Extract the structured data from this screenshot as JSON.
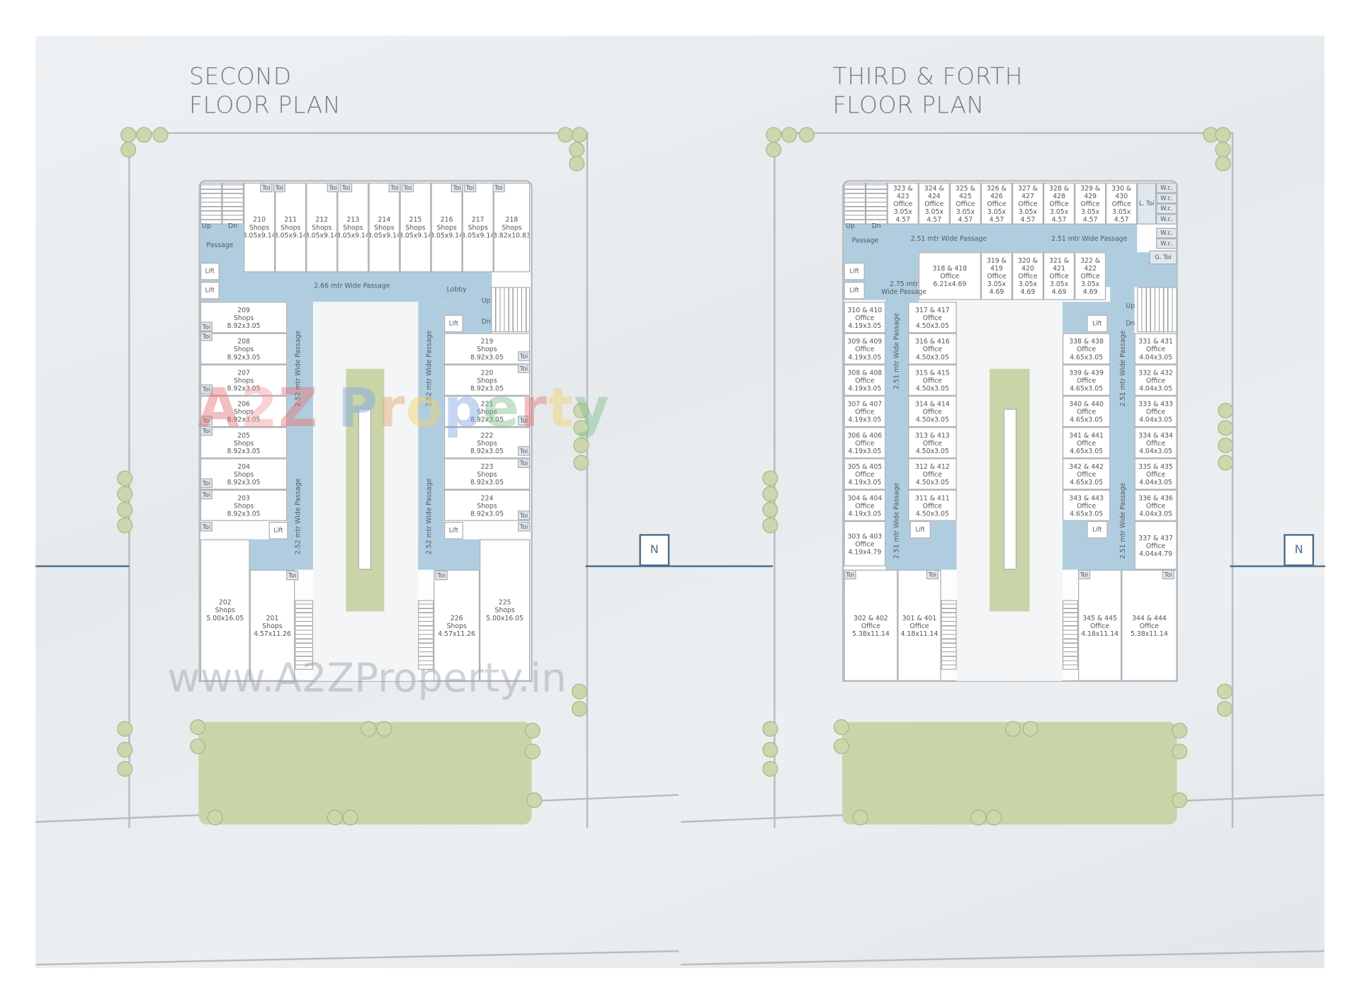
{
  "titles": {
    "left": "SECOND\nFLOOR PLAN",
    "right": "THIRD & FORTH\nFLOOR PLAN"
  },
  "north_label": "N",
  "utilities": {
    "lift": "Lift",
    "toilet": "Toi",
    "wc": "W.c.",
    "ladies_toilet": "L. Toi",
    "gents_toilet": "G. Toi",
    "up": "Up",
    "down": "Dn"
  },
  "second_floor": {
    "passage_labels": [
      "Passage",
      "2.66 mtr Wide Passage",
      "Lobby",
      "2.52 mtr Wide Passage",
      "2.52 mtr Wide Passage",
      "2.52 mtr Wide Passage",
      "2.52 mtr Wide Passage"
    ],
    "rooms": [
      {
        "no": "210",
        "use": "Shops",
        "size": "3.05x9.14"
      },
      {
        "no": "211",
        "use": "Shops",
        "size": "3.05x9.14"
      },
      {
        "no": "212",
        "use": "Shops",
        "size": "3.05x9.14"
      },
      {
        "no": "213",
        "use": "Shops",
        "size": "3.05x9.14"
      },
      {
        "no": "214",
        "use": "Shops",
        "size": "3.05x9.14"
      },
      {
        "no": "215",
        "use": "Shops",
        "size": "3.05x9.14"
      },
      {
        "no": "216",
        "use": "Shops",
        "size": "3.05x9.14"
      },
      {
        "no": "217",
        "use": "Shops",
        "size": "3.05x9.14"
      },
      {
        "no": "218",
        "use": "Shops",
        "size": "3.82x10.83"
      },
      {
        "no": "209",
        "use": "Shops",
        "size": "8.92x3.05"
      },
      {
        "no": "208",
        "use": "Shops",
        "size": "8.92x3.05"
      },
      {
        "no": "207",
        "use": "Shops",
        "size": "8.92x3.05"
      },
      {
        "no": "206",
        "use": "Shops",
        "size": "8.92x3.05"
      },
      {
        "no": "205",
        "use": "Shops",
        "size": "8.92x3.05"
      },
      {
        "no": "204",
        "use": "Shops",
        "size": "8.92x3.05"
      },
      {
        "no": "203",
        "use": "Shops",
        "size": "8.92x3.05"
      },
      {
        "no": "219",
        "use": "Shops",
        "size": "8.92x3.05"
      },
      {
        "no": "220",
        "use": "Shops",
        "size": "8.92x3.05"
      },
      {
        "no": "221",
        "use": "Shops",
        "size": "8.92x3.05"
      },
      {
        "no": "222",
        "use": "Shops",
        "size": "8.92x3.05"
      },
      {
        "no": "223",
        "use": "Shops",
        "size": "8.92x3.05"
      },
      {
        "no": "224",
        "use": "Shops",
        "size": "8.92x3.05"
      },
      {
        "no": "202",
        "use": "Shops",
        "size": "5.00x16.05"
      },
      {
        "no": "201",
        "use": "Shops",
        "size": "4.57x11.26"
      },
      {
        "no": "226",
        "use": "Shops",
        "size": "4.57x11.26"
      },
      {
        "no": "225",
        "use": "Shops",
        "size": "5.00x16.05"
      }
    ]
  },
  "third_fourth_floor": {
    "passage_labels": [
      "Passage",
      "2.51 mtr Wide Passage",
      "2.51 mtr Wide Passage",
      "2.75 mtr\nWide Passage",
      "2.51 mtr Wide Passage",
      "2.51 mtr Wide Passage",
      "2.51 mtr Wide Passage",
      "2.51 mtr Wide Passage"
    ],
    "rooms": [
      {
        "no": "323 & 423",
        "use": "Office",
        "size": "3.05x 4.57"
      },
      {
        "no": "324 & 424",
        "use": "Office",
        "size": "3.05x 4.57"
      },
      {
        "no": "325 & 425",
        "use": "Office",
        "size": "3.05x 4.57"
      },
      {
        "no": "326 & 426",
        "use": "Office",
        "size": "3.05x 4.57"
      },
      {
        "no": "327 & 427",
        "use": "Office",
        "size": "3.05x 4.57"
      },
      {
        "no": "328 & 428",
        "use": "Office",
        "size": "3.05x 4.57"
      },
      {
        "no": "329 & 429",
        "use": "Office",
        "size": "3.05x 4.57"
      },
      {
        "no": "330 & 430",
        "use": "Office",
        "size": "3.05x 4.57"
      },
      {
        "no": "318 & 418",
        "use": "Office",
        "size": "6.21x4.69"
      },
      {
        "no": "319 & 419",
        "use": "Office",
        "size": "3.05x 4.69"
      },
      {
        "no": "320 & 420",
        "use": "Office",
        "size": "3.05x 4.69"
      },
      {
        "no": "321 & 421",
        "use": "Office",
        "size": "3.05x 4.69"
      },
      {
        "no": "322 & 422",
        "use": "Office",
        "size": "3.05x 4.69"
      },
      {
        "no": "310 & 410",
        "use": "Office",
        "size": "4.19x3.05"
      },
      {
        "no": "309 & 409",
        "use": "Office",
        "size": "4.19x3.05"
      },
      {
        "no": "308 & 408",
        "use": "Office",
        "size": "4.19x3.05"
      },
      {
        "no": "307 & 407",
        "use": "Office",
        "size": "4.19x3.05"
      },
      {
        "no": "306 & 406",
        "use": "Office",
        "size": "4.19x3.05"
      },
      {
        "no": "305 & 405",
        "use": "Office",
        "size": "4.19x3.05"
      },
      {
        "no": "304 & 404",
        "use": "Office",
        "size": "4.19x3.05"
      },
      {
        "no": "303 & 403",
        "use": "Office",
        "size": "4.19x4.79"
      },
      {
        "no": "317 & 417",
        "use": "Office",
        "size": "4.50x3.05"
      },
      {
        "no": "316 & 416",
        "use": "Office",
        "size": "4.50x3.05"
      },
      {
        "no": "315 & 415",
        "use": "Office",
        "size": "4.50x3.05"
      },
      {
        "no": "314 & 414",
        "use": "Office",
        "size": "4.50x3.05"
      },
      {
        "no": "313 & 413",
        "use": "Office",
        "size": "4.50x3.05"
      },
      {
        "no": "312 & 412",
        "use": "Office",
        "size": "4.50x3.05"
      },
      {
        "no": "311 & 411",
        "use": "Office",
        "size": "4.50x3.05"
      },
      {
        "no": "338 & 438",
        "use": "Office",
        "size": "4.65x3.05"
      },
      {
        "no": "339 & 439",
        "use": "Office",
        "size": "4.65x3.05"
      },
      {
        "no": "340 & 440",
        "use": "Office",
        "size": "4.65x3.05"
      },
      {
        "no": "341 & 441",
        "use": "Office",
        "size": "4.65x3.05"
      },
      {
        "no": "342 & 442",
        "use": "Office",
        "size": "4.65x3.05"
      },
      {
        "no": "343 & 443",
        "use": "Office",
        "size": "4.65x3.05"
      },
      {
        "no": "331 & 431",
        "use": "Office",
        "size": "4.04x3.05"
      },
      {
        "no": "332 & 432",
        "use": "Office",
        "size": "4.04x3.05"
      },
      {
        "no": "333 & 433",
        "use": "Office",
        "size": "4.04x3.05"
      },
      {
        "no": "334 & 434",
        "use": "Office",
        "size": "4.04x3.05"
      },
      {
        "no": "335 & 435",
        "use": "Office",
        "size": "4.04x3.05"
      },
      {
        "no": "336 & 436",
        "use": "Office",
        "size": "4.04x3.05"
      },
      {
        "no": "337 & 437",
        "use": "Office",
        "size": "4.04x4.79"
      },
      {
        "no": "302 & 402",
        "use": "Office",
        "size": "5.38x11.14"
      },
      {
        "no": "301 & 401",
        "use": "Office",
        "size": "4.18x11.14"
      },
      {
        "no": "345 & 445",
        "use": "Office",
        "size": "4.18x11.14"
      },
      {
        "no": "344 & 444",
        "use": "Office",
        "size": "5.38x11.14"
      }
    ]
  },
  "watermark": {
    "brand": "A2Z Property",
    "url": "www.A2ZProperty.in"
  },
  "colors": {
    "passage": "#b0cde0",
    "landscape": "#c9d4a8",
    "road": "#4d6d8c",
    "title": "#6f7f8f"
  }
}
